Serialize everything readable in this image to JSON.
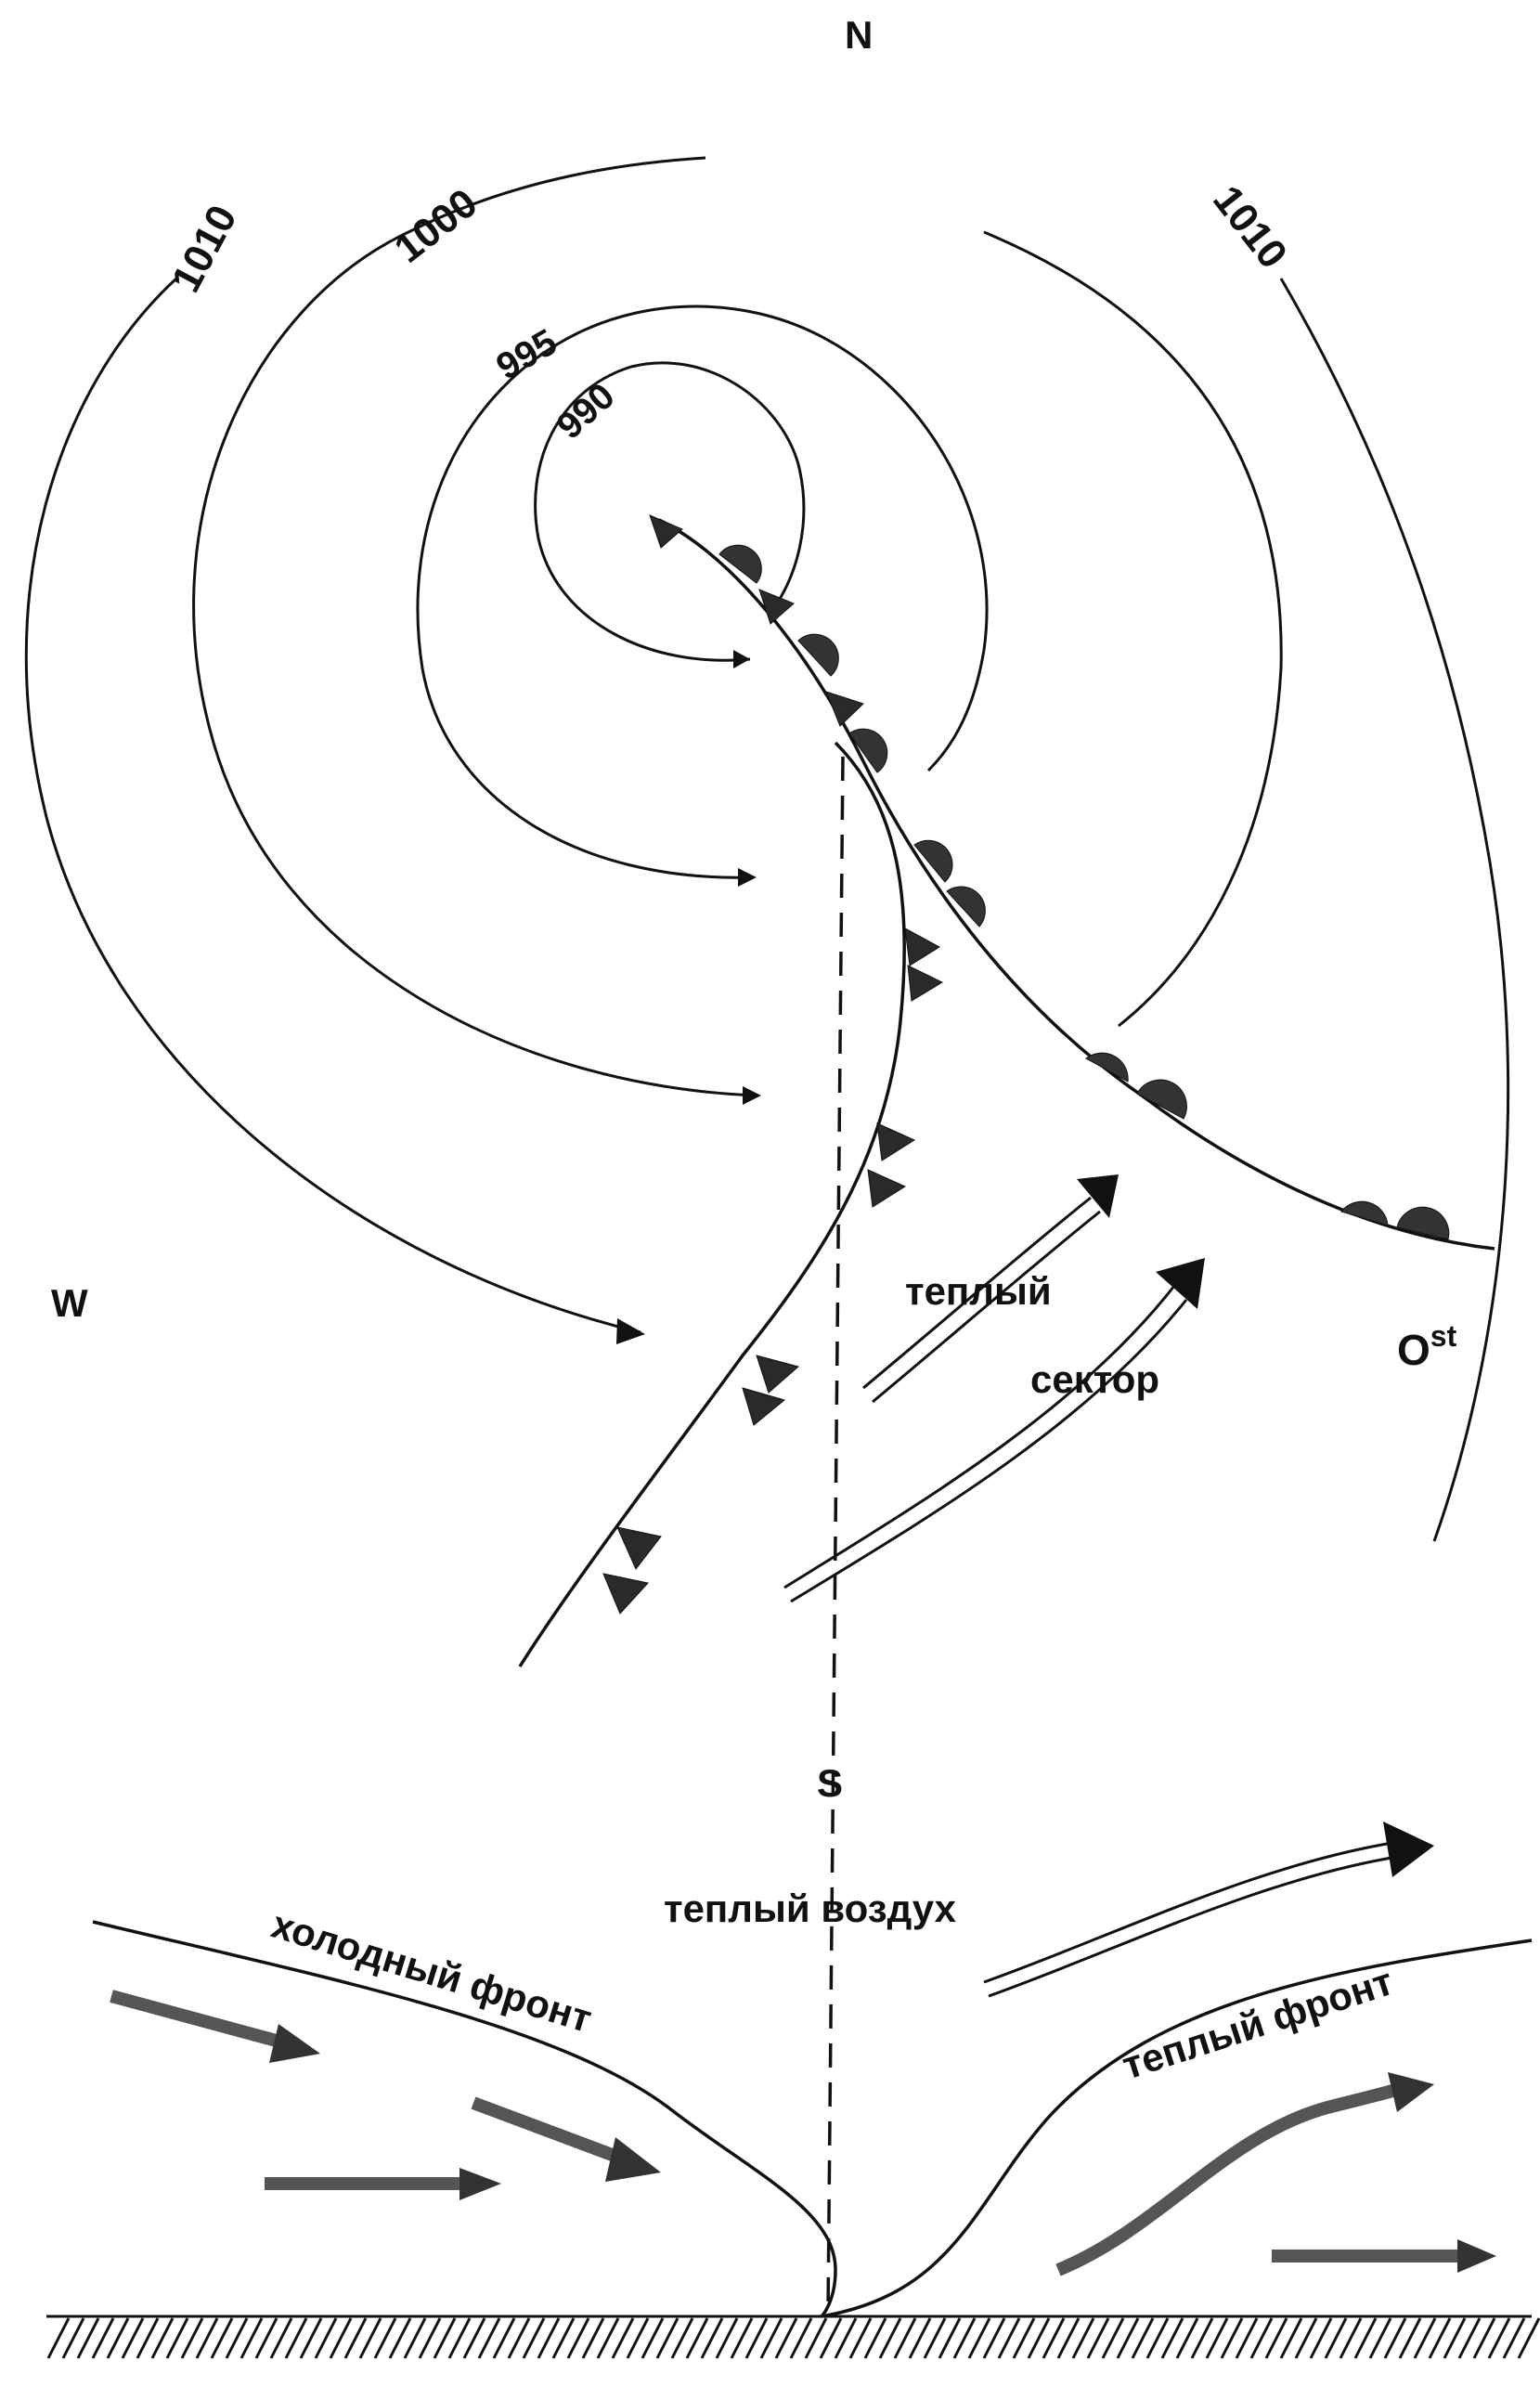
{
  "compass": {
    "north": "N",
    "west": "W",
    "east": "O",
    "east_sup": "st",
    "south": "S"
  },
  "isobars": {
    "p1010_left": "1010",
    "p1000": "1000",
    "p995": "995",
    "p990": "990",
    "p1010_right": "1010"
  },
  "labels": {
    "warm_1": "теплый",
    "warm_2": "сектор",
    "warm_air": "теплый воздух",
    "cold_front": "холодный фронт",
    "warm_front": "теплый фронт"
  }
}
